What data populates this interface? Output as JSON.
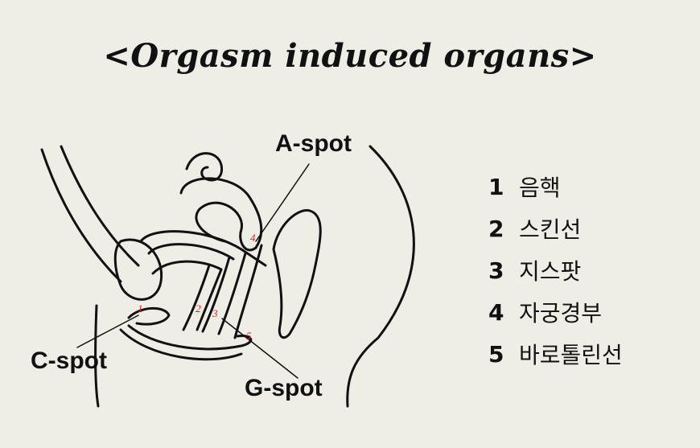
{
  "title": "<Orgasm induced organs>",
  "callouts": {
    "a_spot": "A-spot",
    "c_spot": "C-spot",
    "g_spot": "G-spot"
  },
  "markers": [
    "1",
    "2",
    "3",
    "4",
    "5"
  ],
  "legend": [
    {
      "num": "1",
      "label": "음핵"
    },
    {
      "num": "2",
      "label": "스킨선"
    },
    {
      "num": "3",
      "label": "지스팟"
    },
    {
      "num": "4",
      "label": "자궁경부"
    },
    {
      "num": "5",
      "label": "바로톨린선"
    }
  ],
  "colors": {
    "background": "#efeee6",
    "ink": "#111111",
    "marker": "#e0201c"
  }
}
